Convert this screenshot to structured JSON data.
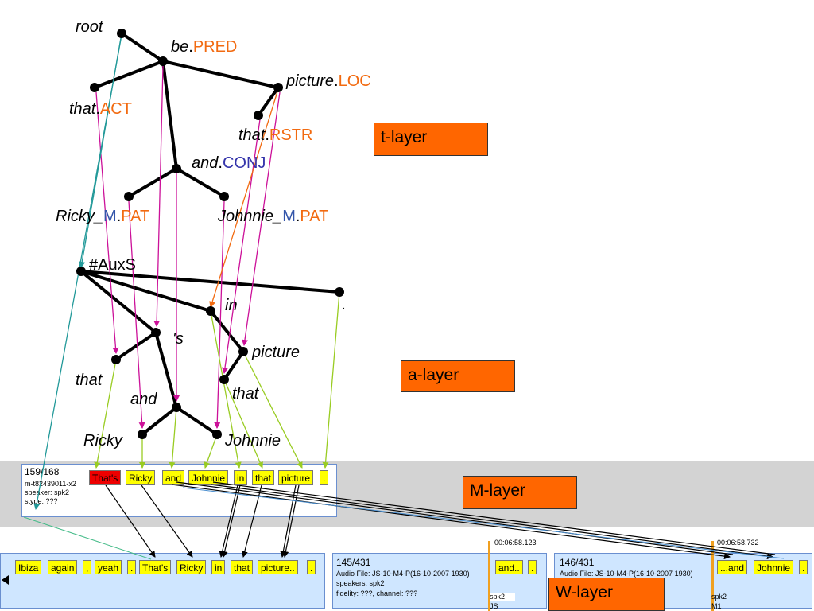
{
  "t_layer": {
    "box_label": "t-layer",
    "nodes": {
      "root": "root",
      "be": {
        "lemma": "be",
        "sep": ".",
        "functor": "PRED"
      },
      "picture": {
        "lemma": "picture",
        "sep": ".",
        "functor": "LOC"
      },
      "that_act": {
        "lemma": "that",
        "sep": ".",
        "functor": "ACT"
      },
      "that_rstr": {
        "lemma": "that",
        "sep": ".",
        "functor": "RSTR"
      },
      "and": {
        "lemma": "and",
        "sep": ".",
        "functor": "CONJ"
      },
      "ricky": {
        "lemma": "Ricky_",
        "m": "M",
        "sep": ".",
        "functor": "PAT"
      },
      "johnnie": {
        "lemma": "Johnnie_",
        "m": "M",
        "sep": ".",
        "functor": "PAT"
      }
    }
  },
  "a_layer": {
    "box_label": "a-layer",
    "nodes": {
      "auxs": "#AuxS",
      "in": "in",
      "period": ".",
      "s": "'s",
      "picture": "picture",
      "that1": "that",
      "that2": "that",
      "and": "and",
      "ricky": "Ricky",
      "johnnie": "Johnnie"
    }
  },
  "m_layer": {
    "box_label": "M-layer",
    "sentence_id": "159/168",
    "doc_id": "m-t82439011-x2",
    "speaker": "speaker: spk2",
    "stype": "stype: ???",
    "tokens": [
      "That's",
      "Ricky",
      "and",
      "Johnnie",
      "in",
      "that",
      "picture",
      "."
    ]
  },
  "w_layer": {
    "box_label": "W-layer",
    "panel1_tokens": [
      "Ibiza",
      "again",
      ",",
      "yeah",
      ".",
      "That's",
      "Ricky",
      "in",
      "that",
      "picture..",
      "."
    ],
    "panel2": {
      "id": "145/431",
      "audio": "Audio File:  JS-10-M4-P(16-10-2007 1930)",
      "speakers": "speakers:  spk2",
      "fidelity": "fidelity:  ???,  channel:  ???",
      "tokens": [
        "and..",
        "."
      ],
      "time": "00:06:58.123",
      "spk": "spk2",
      "code": "JS"
    },
    "panel3": {
      "id": "146/431",
      "audio": "Audio File:  JS-10-M4-P(16-10-2007 1930)",
      "tokens": [
        "...and",
        "Johnnie",
        "."
      ],
      "time": "00:06:58.732",
      "spk": "spk2",
      "code": "M1"
    }
  },
  "colors": {
    "functor": "#f26a10",
    "conj": "#3333aa",
    "m_marker": "#3355aa",
    "layer_box": "#ff6600",
    "t_to_a_arrow": "#cc1199",
    "a_to_m_arrow": "#99cc22",
    "root_link": "#229999",
    "m_band": "#d3d3d3",
    "w_panel": "#cfe6ff",
    "token": "#ffff00",
    "token_selected": "#ee0000"
  }
}
